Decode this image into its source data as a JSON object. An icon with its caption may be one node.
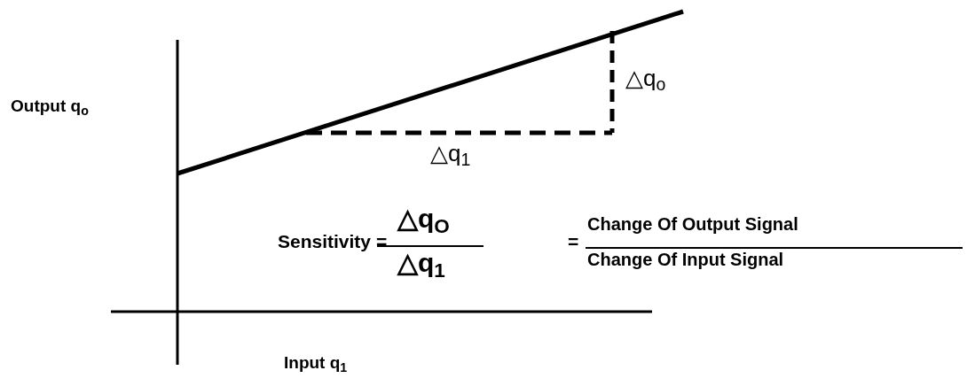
{
  "diagram": {
    "labels": [
      "Output q$_{o}$",
      "△q$_{o}$",
      "△q$_{1}$",
      "Sensitivity =",
      "△q$_{O}$",
      "△q$_{1}$",
      "=",
      "Change Of Output Signal",
      "Change Of Input Signal",
      "Input q$_{1}$"
    ]
  }
}
